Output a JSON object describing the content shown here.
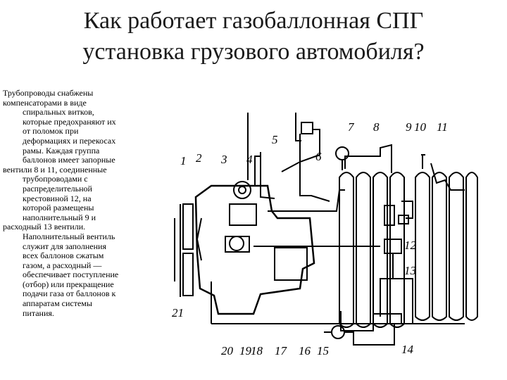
{
  "slide": {
    "title_line1": "Как работает газобаллонная СПГ",
    "title_line2": "установка грузового автомобиля?",
    "paragraph_lines": [
      "Трубопроводы снабжены",
      "компенсаторами в виде",
      "спиральных витков,",
      "которые предохраняют их",
      "от поломок при",
      "деформациях и перекосах",
      "рамы. Каждая группа",
      "баллонов имеет запорные",
      "вентили 8 и 11, соединенные",
      "трубопроводами с",
      "распределительной",
      "крестовиной 12, на",
      "которой размещены",
      "наполнительный 9 и",
      "расходный 13 вентили.",
      "Наполнительный вентиль",
      "служит для заполнения",
      "всех баллонов сжатым",
      "газом, а расходный —",
      "обеспечивает поступление",
      "(отбор) или прекращение",
      "подачи газа от баллонов к",
      "аппаратам системы",
      "питания."
    ]
  },
  "diagram": {
    "callouts": [
      "1",
      "2",
      "3",
      "4",
      "5",
      "6",
      "7",
      "8",
      "9",
      "10",
      "11",
      "12",
      "13",
      "14",
      "15",
      "16",
      "17",
      "18",
      "19",
      "20",
      "21"
    ]
  }
}
